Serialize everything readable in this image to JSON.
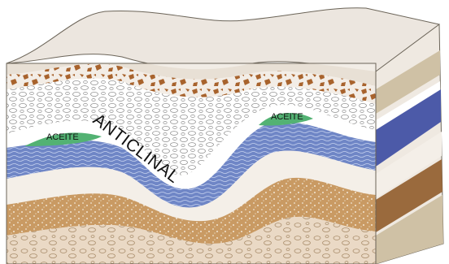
{
  "labels": {
    "oil_left": "ACEITE",
    "oil_right": "ACEITE",
    "structure": "ANTICLINAL"
  },
  "colors": {
    "topsoil": "#e8e0d5",
    "top_face": "#ece6df",
    "breccia_bg": "#f3ede6",
    "breccia": "#a8632d",
    "gravel_bg": "#ffffff",
    "gravel_line": "#8f8f8f",
    "sand": "#f2ede6",
    "water": "#6f86c6",
    "water_line": "#c6d2ef",
    "oil": "#53b273",
    "lower_sand": "#c99a63",
    "lower_gravel": "#ead9c5",
    "side_tan": "#cfc1a5",
    "side_blue": "#4c5aa8",
    "side_brown": "#9a6a3d",
    "outline": "#6b6458"
  }
}
